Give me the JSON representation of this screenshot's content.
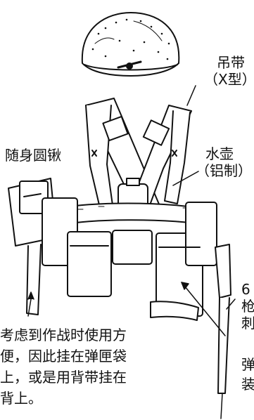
{
  "labels": {
    "suspenders": {
      "line1": "吊带",
      "line2": "（X型）"
    },
    "canteen": {
      "line1": "水壶",
      "line2": "（铝制）"
    },
    "shovel": "随身圆锹",
    "bayonet": [
      "6",
      "枪",
      "刺"
    ],
    "magazine_pouch": [
      "弹",
      "装"
    ]
  },
  "note": [
    "考虑到作战时使用方",
    "便，因此挂在弹匣袋",
    "上，或是用背带挂在",
    "背上。"
  ]
}
